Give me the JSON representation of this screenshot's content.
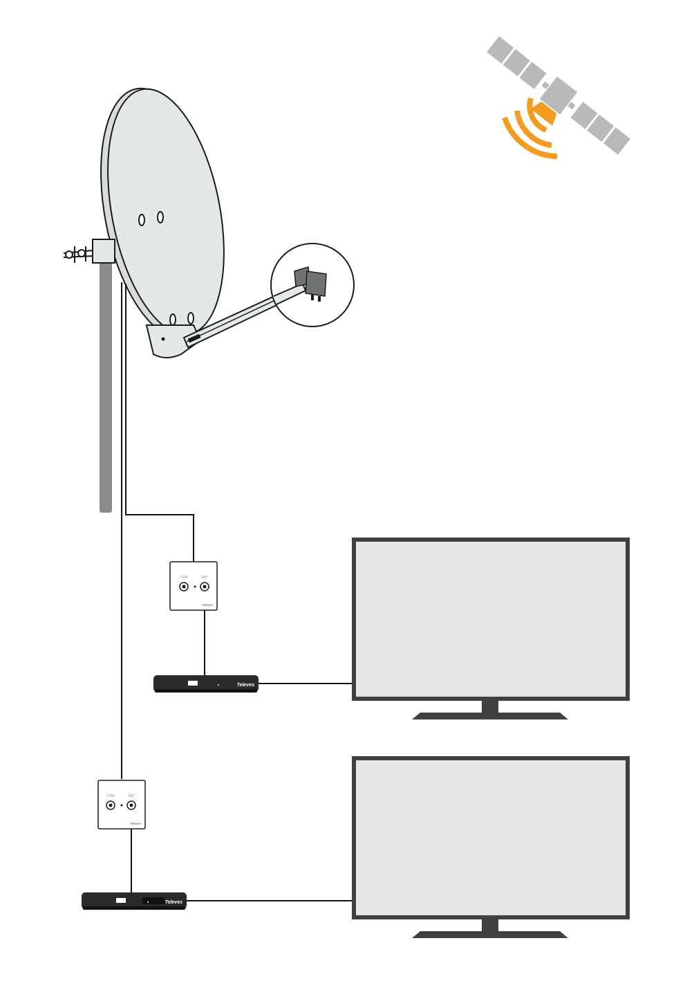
{
  "colors": {
    "background": "#ffffff",
    "outline": "#1a1a1a",
    "dish_fill": "#e3e8e8",
    "dish_rim": "#d9dcdc",
    "mast": "#8a8a8a",
    "lnb": "#6f7373",
    "satellite": "#b9b9b9",
    "signal": "#f39c1f",
    "tv_screen": "#e6e6e6",
    "tv_frame": "#404040",
    "receiver": "#2a2a2a",
    "cable": "#111111"
  },
  "icons": {
    "satellite": "satellite-icon",
    "signal": "signal-waves-icon",
    "dish": "satellite-dish-icon",
    "lnb": "lnb-icon",
    "outlet": "wall-outlet-icon",
    "receiver": "set-top-box-icon",
    "tv": "television-icon"
  },
  "labels": {
    "outlet_brand": "Televes",
    "receiver_brand": "Televes",
    "outlet_port_tv": "TV/R",
    "outlet_port_sat": "SAT"
  }
}
